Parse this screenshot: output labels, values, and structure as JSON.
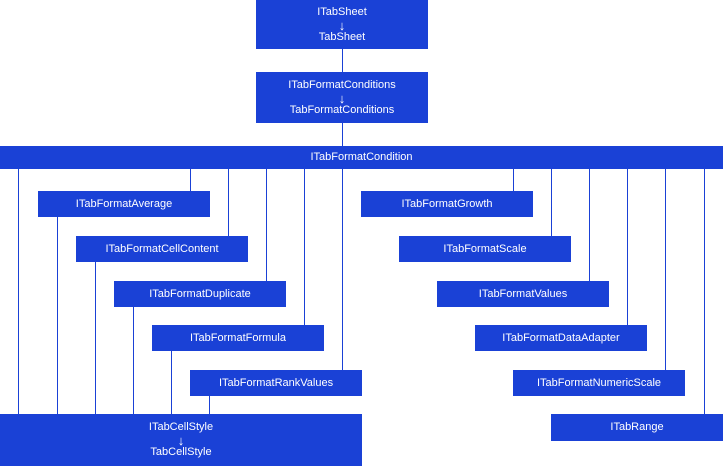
{
  "diagram": {
    "tabsheet": {
      "interface": "ITabSheet",
      "class": "TabSheet",
      "arrow": "↓"
    },
    "conditions": {
      "interface": "ITabFormatConditions",
      "class": "TabFormatConditions",
      "arrow": "↓"
    },
    "condition": "ITabFormatCondition",
    "left_items": [
      "ITabFormatAverage",
      "ITabFormatCellContent",
      "ITabFormatDuplicate",
      "ITabFormatFormula",
      "ITabFormatRankValues"
    ],
    "right_items": [
      "ITabFormatGrowth",
      "ITabFormatScale",
      "ITabFormatValues",
      "ITabFormatDataAdapter",
      "ITabFormatNumericScale",
      "ITabRange"
    ],
    "cellstyle": {
      "interface": "ITabCellStyle",
      "class": "TabCellStyle",
      "arrow": "↓"
    },
    "colors": {
      "box": "#1a41d6",
      "line": "#1a41d6",
      "text": "#ffffff"
    }
  }
}
